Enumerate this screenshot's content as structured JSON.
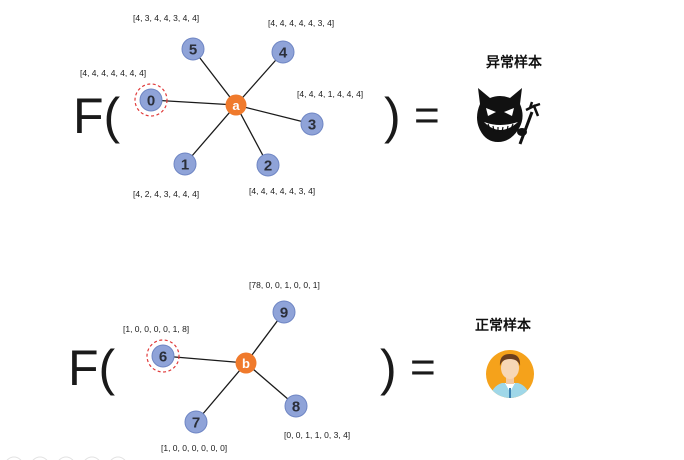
{
  "equations": [
    {
      "function_label": "F(",
      "close_paren": ")",
      "equals": "=",
      "result_label": "异常样本",
      "result_icon": "devil-cat-icon",
      "center": {
        "label": "a"
      },
      "nodes": [
        {
          "id": "0",
          "vector": "[4, 4, 4, 4, 4, 4, 4]",
          "highlighted": true
        },
        {
          "id": "5",
          "vector": "[4, 3, 4, 4, 3, 4, 4]",
          "highlighted": false
        },
        {
          "id": "4",
          "vector": "[4, 4, 4, 4, 4, 3, 4]",
          "highlighted": false
        },
        {
          "id": "3",
          "vector": "[4, 4, 4, 1, 4, 4, 4]",
          "highlighted": false
        },
        {
          "id": "2",
          "vector": "[4, 4, 4, 4, 4, 3, 4]",
          "highlighted": false
        },
        {
          "id": "1",
          "vector": "[4, 2, 4, 3, 4, 4, 4]",
          "highlighted": false
        }
      ]
    },
    {
      "function_label": "F(",
      "close_paren": ")",
      "equals": "=",
      "result_label": "正常样本",
      "result_icon": "person-avatar-icon",
      "center": {
        "label": "b"
      },
      "nodes": [
        {
          "id": "6",
          "vector": "[1, 0, 0, 0, 0, 1, 8]",
          "highlighted": true
        },
        {
          "id": "9",
          "vector": "[78, 0, 0, 1, 0, 0, 1]",
          "highlighted": false
        },
        {
          "id": "8",
          "vector": "[0, 0, 1, 1, 0, 3, 4]",
          "highlighted": false
        },
        {
          "id": "7",
          "vector": "[1, 0, 0, 0, 0, 0, 0]",
          "highlighted": false
        }
      ]
    }
  ],
  "colors": {
    "node_fill": "#8fa3d8",
    "node_stroke": "#6f86c4",
    "center_fill": "#f07a2c",
    "edge": "#1a1a1a",
    "highlight_ring": "#e03a3a",
    "avatar_bg": "#f5a21b",
    "avatar_shirt": "#9fd7e8"
  }
}
